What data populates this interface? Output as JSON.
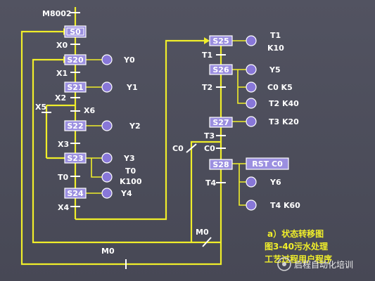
{
  "states": {
    "s0": "S0",
    "s20": "S20",
    "s21": "S21",
    "s22": "S22",
    "s23": "S23",
    "s24": "S24",
    "s25": "S25",
    "s26": "S26",
    "s27": "S27",
    "s28": "S28"
  },
  "transitions": {
    "m8002": "M8002",
    "x0": "X0",
    "x1": "X1",
    "x2": "X2",
    "x5": "X5",
    "x6": "X6",
    "x3": "X3",
    "t0": "T0",
    "x4": "X4",
    "t1": "T1",
    "t2": "T2",
    "t3": "T3",
    "c0_left": "C0",
    "c0_right": "C0",
    "t4": "T4",
    "m0_right": "M0",
    "m0_bottom": "M0"
  },
  "outputs": {
    "y0": "Y0",
    "y1": "Y1",
    "y2": "Y2",
    "y3": "Y3",
    "t0k100_a": "T0",
    "t0k100_b": "K100",
    "y4": "Y4",
    "t1k10_a": "T1",
    "t1k10_b": "K10",
    "y5": "Y5",
    "c0k5": "C0  K5",
    "t2k40": "T2  K40",
    "t3k20": "T3  K20",
    "rst_c0": "RST  C0",
    "y6": "Y6",
    "t4k60": "T4  K60"
  },
  "caption": {
    "line1": "a）状态转移图",
    "line2": "图3-40污水处理",
    "line3": "工艺过程用户程序"
  },
  "watermark": {
    "text": "启程自动化培训"
  },
  "colors": {
    "wire": "#f0ee2a",
    "state": "#9b8fe0",
    "output": "#8877d8",
    "background": "#4a4b58"
  }
}
